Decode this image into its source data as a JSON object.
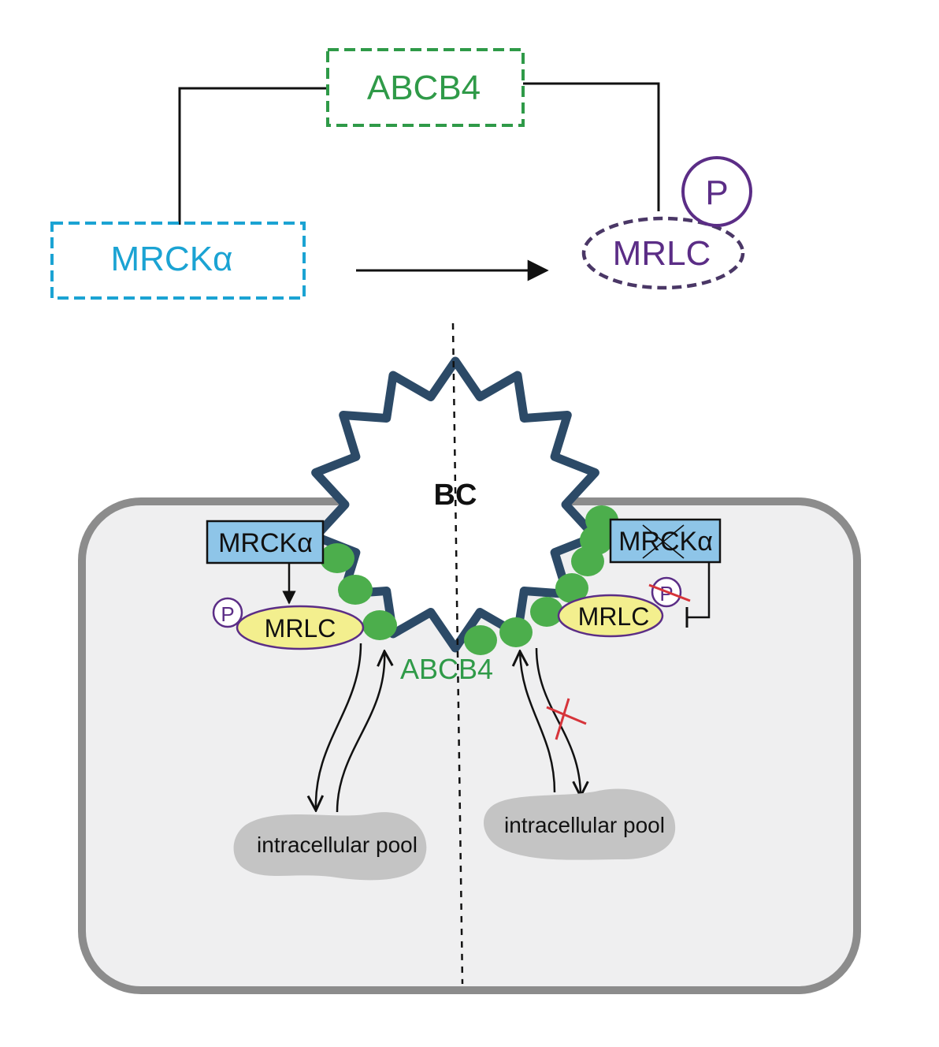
{
  "top": {
    "abcb4_label": "ABCB4",
    "mrck_label": "MRCKα",
    "mrlc_label": "MRLC",
    "phospho_label": "P"
  },
  "cell": {
    "bc_label": "BC",
    "abcb4_label": "ABCB4",
    "left": {
      "mrck_label": "MRCKα",
      "mrlc_label": "MRLC",
      "phospho_label": "P",
      "pool_label": "intracellular pool"
    },
    "right": {
      "mrck_label": "MRCKα",
      "mrlc_label": "MRLC",
      "phospho_label": "P",
      "pool_label": "intracellular pool"
    }
  },
  "colors": {
    "abcb4_green": "#2f9a48",
    "abcb4_dot": "#4cae4c",
    "mrck_blue": "#1ba3d3",
    "mrck_box_fill": "#8ec5e8",
    "mrlc_purple": "#5b2d86",
    "mrlc_fill": "#f3ef8e",
    "canaliculus_stroke": "#2c4a67",
    "cell_fill": "#efeff0",
    "cell_border": "#8c8c8c",
    "pool_fill": "#c4c4c4",
    "inhibit_red": "#d6343a"
  }
}
